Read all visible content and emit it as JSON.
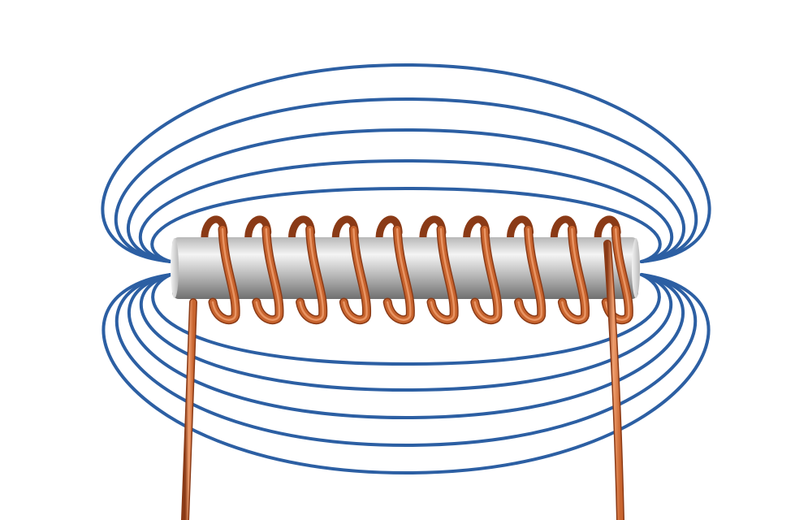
{
  "illustration": {
    "subject": "solenoid-electromagnet",
    "turn_count": 10,
    "field_loops_per_side": 5,
    "colors": {
      "background": "#ffffff",
      "field_line": "#2c5fa3",
      "copper_light": "#f0a070",
      "copper": "#c8642e",
      "copper_dark": "#8a3a16",
      "core_light": "#f4f4f4",
      "core_mid": "#b8b8b8",
      "core_dark": "#707070"
    }
  }
}
